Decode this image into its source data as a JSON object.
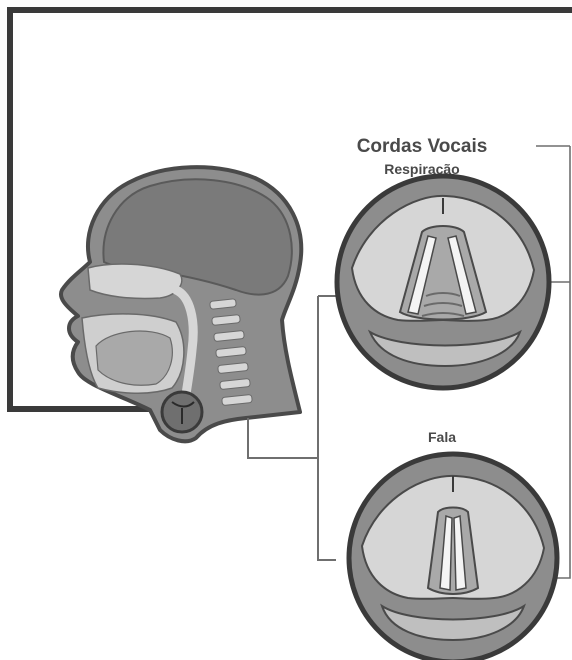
{
  "labels": {
    "title": "Cordas Vocais",
    "breathing": "Respiração",
    "speech": "Fala"
  },
  "colors": {
    "frame": "#3a3a3a",
    "outline": "#4a4a4a",
    "skin": "#8d8d8d",
    "brain": "#7a7a7a",
    "light": "#d6d6d6",
    "mid": "#a9a9a9",
    "connector": "#6f6f6f"
  },
  "icons": {
    "head": "head-cross-section-icon",
    "larynx_open": "larynx-open-icon",
    "larynx_closed": "larynx-closed-icon"
  }
}
